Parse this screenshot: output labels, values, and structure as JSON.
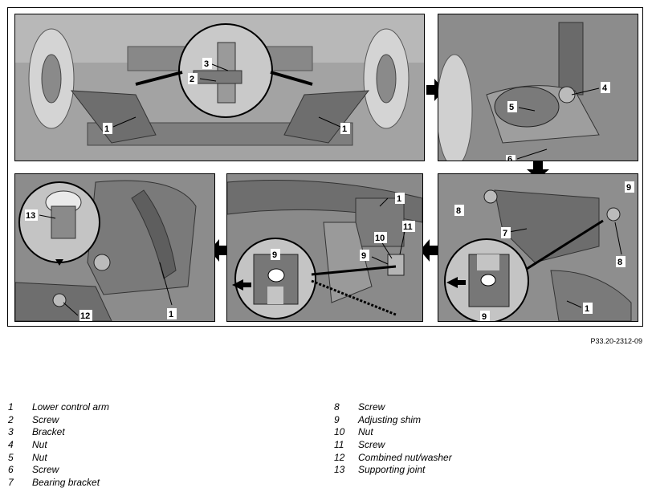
{
  "figure_id": "P33.20-2312-09",
  "callouts": {
    "panel1": [
      "1",
      "2",
      "3",
      "1"
    ],
    "panel2": [
      "4",
      "5",
      "6"
    ],
    "panel3": [
      "9",
      "8",
      "7",
      "8",
      "9",
      "1"
    ],
    "panel4": [
      "1",
      "11",
      "10",
      "9",
      "9"
    ],
    "panel5": [
      "13",
      "1",
      "12"
    ]
  },
  "legend": {
    "left": [
      {
        "num": "1",
        "text": "Lower control arm"
      },
      {
        "num": "2",
        "text": "Screw"
      },
      {
        "num": "3",
        "text": "Bracket"
      },
      {
        "num": "4",
        "text": "Nut"
      },
      {
        "num": "5",
        "text": "Nut"
      },
      {
        "num": "6",
        "text": "Screw"
      },
      {
        "num": "7",
        "text": "Bearing bracket"
      }
    ],
    "right": [
      {
        "num": "8",
        "text": "Screw"
      },
      {
        "num": "9",
        "text": "Adjusting shim"
      },
      {
        "num": "10",
        "text": "Nut"
      },
      {
        "num": "11",
        "text": "Screw"
      },
      {
        "num": "12",
        "text": "Combined nut/washer"
      },
      {
        "num": "13",
        "text": "Supporting joint"
      }
    ]
  }
}
